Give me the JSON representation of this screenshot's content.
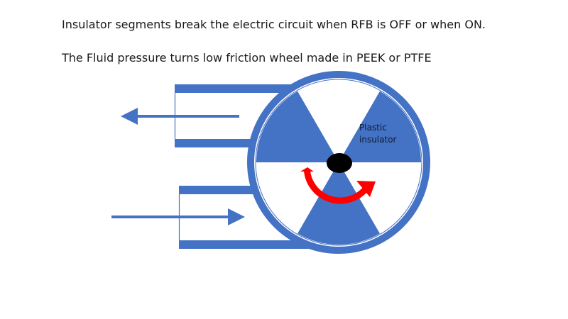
{
  "captions": {
    "line1": "Insulator segments break the electric circuit when RFB is OFF or when ON.",
    "line2": "The Fluid pressure turns low friction wheel made in PEEK or PTFE"
  },
  "segment_label": {
    "line1": "Plastic",
    "line2": "insulator"
  },
  "colors": {
    "blue": "#4472C4",
    "hub": "#000000",
    "rotation_arrow": "#FF0000",
    "label_text": "#0D1A33"
  },
  "icons": {
    "outflow": "arrow-left-icon",
    "inflow": "arrow-right-icon",
    "rotation": "curved-arrow-icon"
  }
}
